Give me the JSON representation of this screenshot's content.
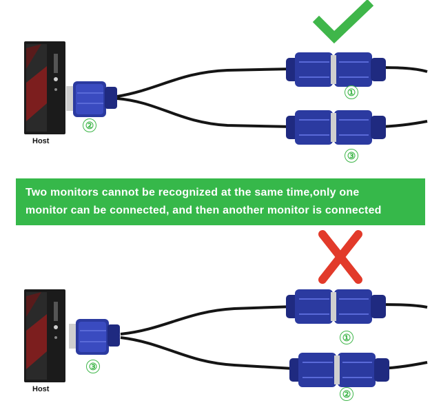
{
  "top_panel": {
    "host_label": "Host",
    "status_icon": "check-mark-icon",
    "adapter_number": "②",
    "upper_connector_number": "①",
    "lower_connector_number": "③"
  },
  "banner": {
    "line1": "Two monitors cannot be recognized at the same time,only one",
    "line2": "monitor can be connected, and then another monitor is connected"
  },
  "bottom_panel": {
    "host_label": "Host",
    "status_icon": "cross-mark-icon",
    "adapter_number": "③",
    "upper_connector_number": "①",
    "lower_connector_number": "②"
  },
  "colors": {
    "check_green": "#3fb64a",
    "cross_red": "#e23a2a",
    "banner_green": "#36b84a",
    "connector_blue": "#2b3aa0",
    "cable_black": "#151515"
  }
}
